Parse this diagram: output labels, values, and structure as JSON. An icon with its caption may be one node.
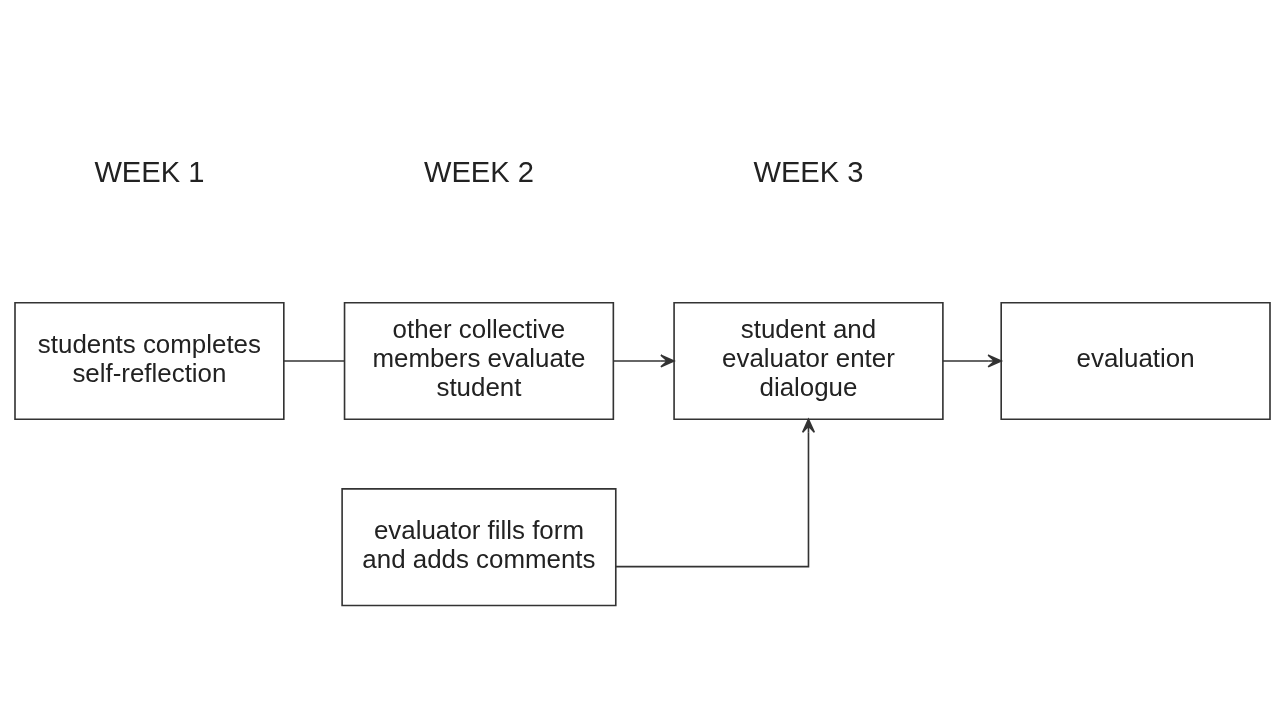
{
  "diagram": {
    "nodes": [
      {
        "text": [
          "students completes self-reflection"
        ]
      },
      {
        "text": [
          "evaluator fills form and adds comments"
        ]
      },
      {
        "text": [
          "other collective members evaluate student"
        ]
      },
      {
        "text": [
          "student and evaluator enter dialogue"
        ]
      },
      {
        "text": [
          "evaluation"
        ]
      }
    ],
    "edges": [
      {
        "from": 0,
        "to": 2,
        "arrow": "none"
      },
      {
        "from": 1,
        "to": 3,
        "arrow": "to"
      },
      {
        "from": 2,
        "to": 3,
        "arrow": "to"
      },
      {
        "from": 3,
        "to": 4,
        "arrow": "to"
      }
    ],
    "labels": [
      "WEEK 1",
      "WEEK 2",
      "WEEK 3"
    ]
  }
}
